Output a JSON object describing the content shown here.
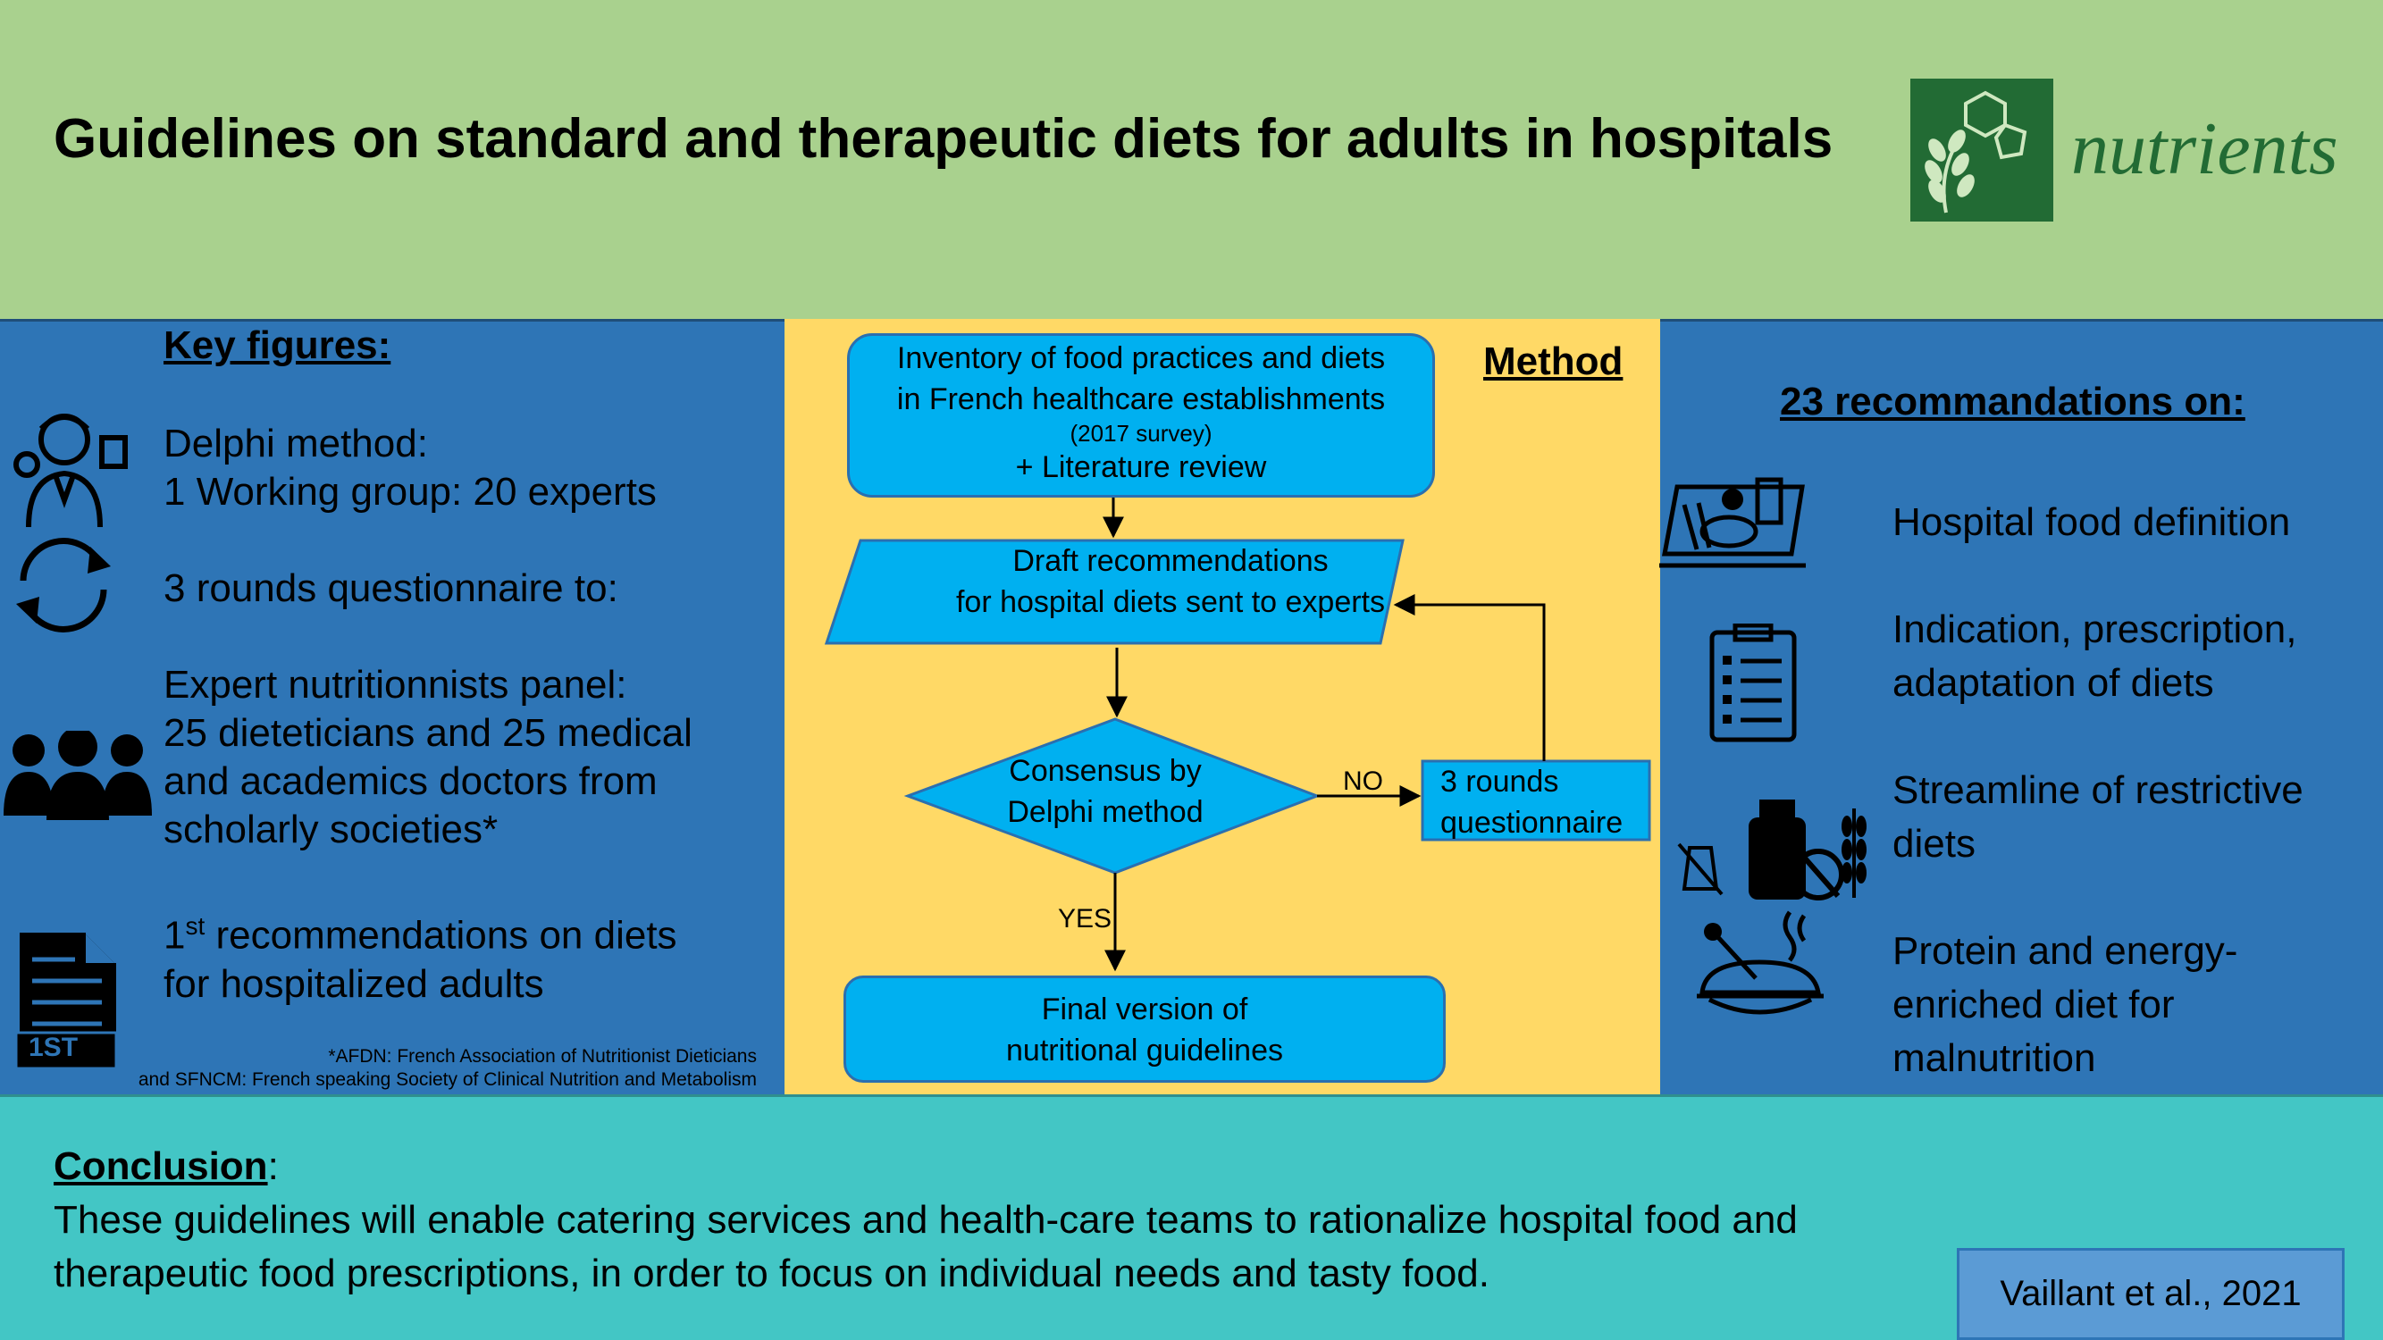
{
  "header": {
    "title": "Guidelines on standard and therapeutic diets for adults in hospitals",
    "journal_logo": "nutrients"
  },
  "left": {
    "heading": "Key figures:",
    "delphi_line1": "Delphi method:",
    "delphi_line2": "1 Working group: 20 experts",
    "rounds": "3 rounds questionnaire to:",
    "panel_line1": "Expert nutritionnists panel:",
    "panel_line2": "25 dieteticians and 25 medical",
    "panel_line3": "and academics doctors from",
    "panel_line4": "scholarly societies*",
    "first_sup": "st",
    "first_num": "1",
    "first_line1_rest": " recommendations on diets",
    "first_line2": "for hospitalized adults",
    "badge": "1ST",
    "footnote1": "*AFDN: French Association of Nutritionist Dieticians",
    "footnote2": "and SFNCM: French speaking Society of Clinical Nutrition and Metabolism"
  },
  "method": {
    "heading": "Method",
    "box1_line1": "Inventory of food practices and diets",
    "box1_line2": "in French healthcare establishments",
    "box1_small": "(2017 survey)",
    "box1_line3": "+ Literature review",
    "box2_line1": "Draft recommendations",
    "box2_line2": "for hospital diets sent to experts",
    "diamond_line1": "Consensus by",
    "diamond_line2": "Delphi method",
    "no_label": "NO",
    "yes_label": "YES",
    "rounds_line1": "3 rounds",
    "rounds_line2": "questionnaire",
    "final_line1": "Final version of",
    "final_line2": "nutritional guidelines"
  },
  "right": {
    "heading": "23 recommandations on:",
    "item1": "Hospital food definition",
    "item2_line1": "Indication, prescription,",
    "item2_line2": "adaptation of diets",
    "item3_line1": "Streamline of restrictive",
    "item3_line2": "diets",
    "item4_line1": "Protein and energy-",
    "item4_line2": "enriched diet for",
    "item4_line3": "malnutrition"
  },
  "conclusion": {
    "heading": "Conclusion",
    "colon": ":",
    "line1": "These guidelines will enable catering services and health-care teams to rationalize hospital food and",
    "line2": "therapeutic food prescriptions, in order to focus on individual needs and tasty food.",
    "citation": "Vaillant et al., 2021"
  },
  "colors": {
    "header_bg": "#a9d18e",
    "side_panels_bg": "#2e75b6",
    "method_bg": "#ffd966",
    "flow_box": "#00b0f0",
    "conclusion_bg": "#43c6c5",
    "logo_green": "#226b34"
  }
}
